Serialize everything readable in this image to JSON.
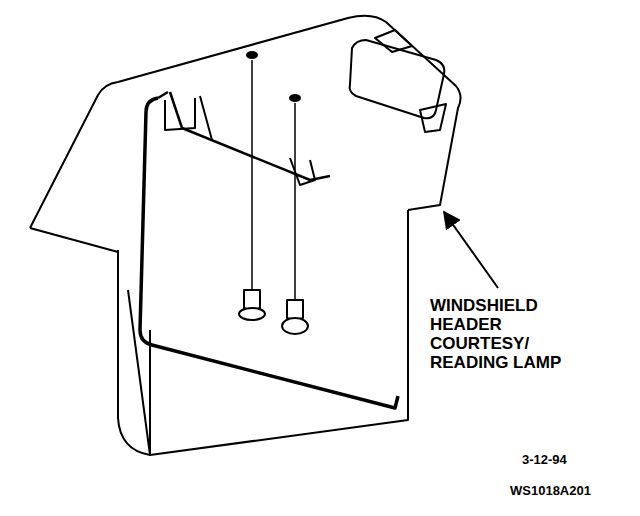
{
  "diagram": {
    "labels": [
      "WINDSHIELD HEADER COURTESY/ READING LAMP",
      "3-12-94",
      "WS1018A201"
    ]
  }
}
